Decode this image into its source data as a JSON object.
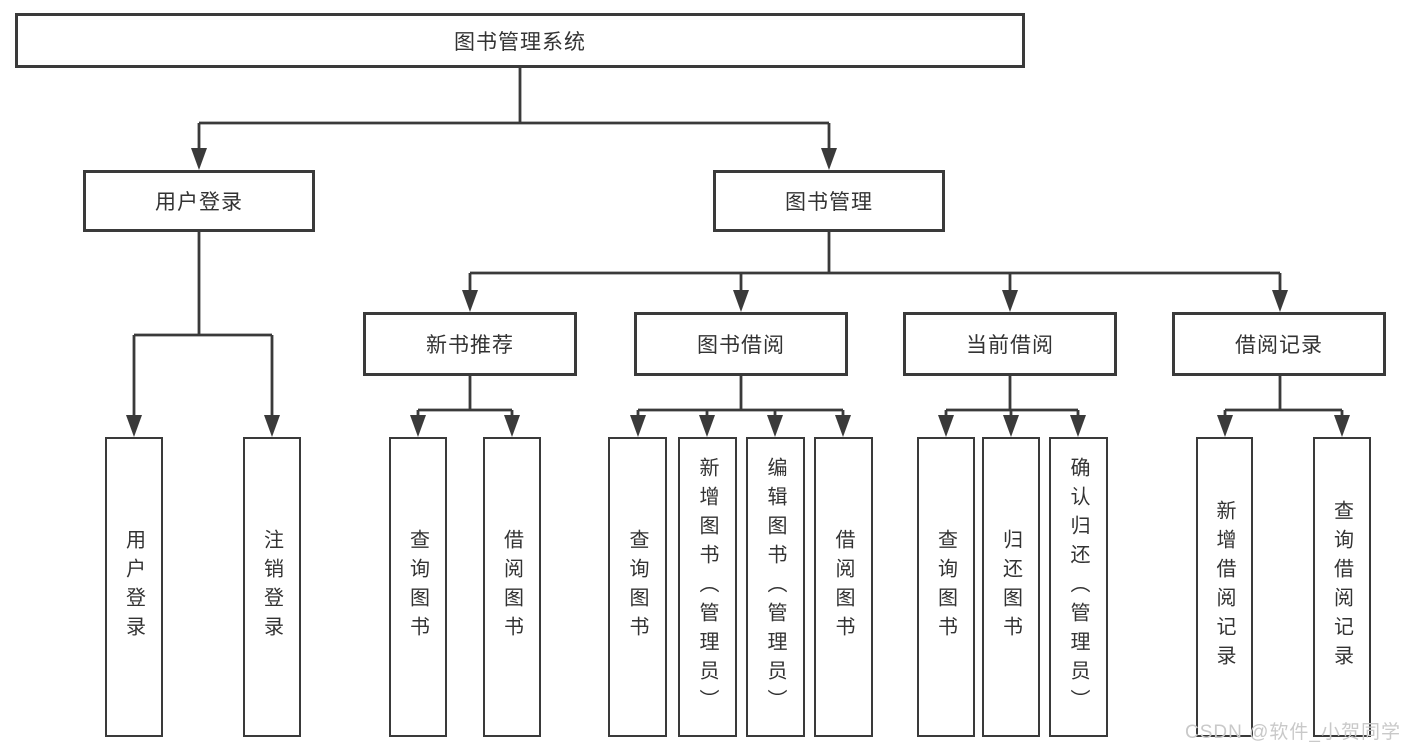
{
  "diagram": {
    "root": {
      "label": "图书管理系统"
    },
    "branches": [
      {
        "label": "用户登录",
        "children": [
          {
            "label": "用户登录"
          },
          {
            "label": "注销登录"
          }
        ]
      },
      {
        "label": "图书管理",
        "children": [
          {
            "label": "新书推荐",
            "children": [
              {
                "label": "查询图书"
              },
              {
                "label": "借阅图书"
              }
            ]
          },
          {
            "label": "图书借阅",
            "children": [
              {
                "label": "查询图书"
              },
              {
                "label": "新增图书（管理员）"
              },
              {
                "label": "编辑图书（管理员）"
              },
              {
                "label": "借阅图书"
              }
            ]
          },
          {
            "label": "当前借阅",
            "children": [
              {
                "label": "查询图书"
              },
              {
                "label": "归还图书"
              },
              {
                "label": "确认归还（管理员）"
              }
            ]
          },
          {
            "label": "借阅记录",
            "children": [
              {
                "label": "新增借阅记录"
              },
              {
                "label": "查询借阅记录"
              }
            ]
          }
        ]
      }
    ]
  },
  "watermark": {
    "text": "CSDN @软件_小贺同学"
  },
  "colors": {
    "line": "#3a3a3a",
    "text": "#333333",
    "background": "#ffffff",
    "watermark": "#c9c9c9"
  }
}
